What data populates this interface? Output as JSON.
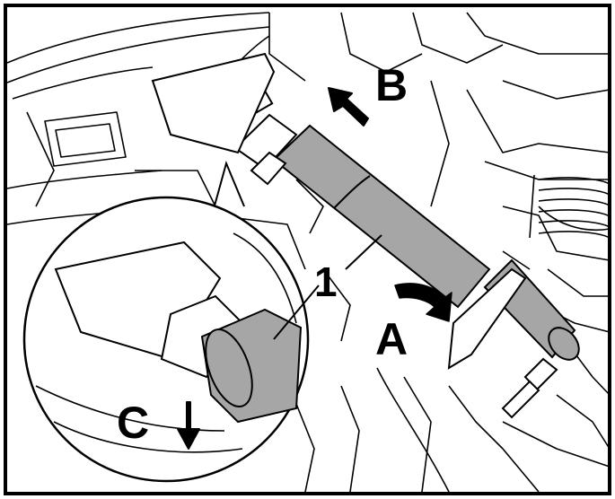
{
  "figure": {
    "callout_number": "1",
    "labels": {
      "a": "A",
      "b": "B",
      "c": "C"
    },
    "colors": {
      "line": "#000000",
      "part_fill": "#a6a6a6",
      "background": "#ffffff"
    }
  }
}
